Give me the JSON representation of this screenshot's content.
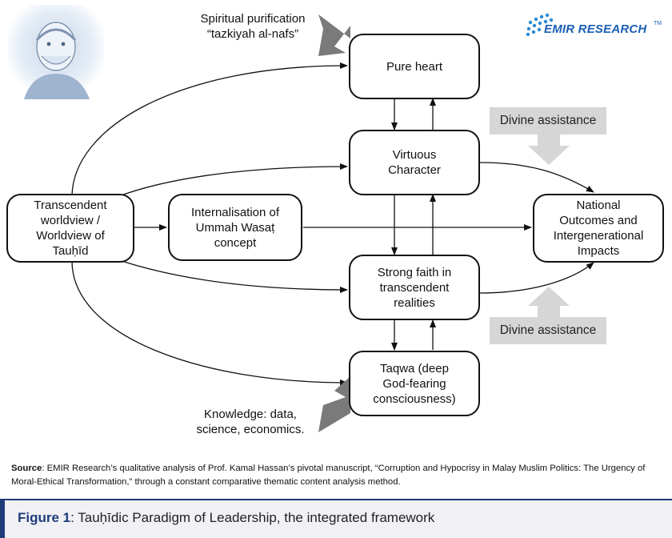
{
  "logo": {
    "text": "EMIR RESEARCH",
    "trademark": "TM"
  },
  "nodes": {
    "pure_heart": "Pure heart",
    "virtuous_character": "Virtuous\nCharacter",
    "transcendent_worldview": "Transcendent\nworldview /\nWorldview of\nTauḥīd",
    "internalisation": "Internalisation of\nUmmah Wasaṭ\nconcept",
    "national_outcomes": "National\nOutcomes and\nIntergenerational\nImpacts",
    "strong_faith": "Strong faith in\ntranscendent\nrealities",
    "taqwa": "Taqwa (deep\nGod-fearing\nconsciousness)"
  },
  "inputs": {
    "spiritual_purification": "Spiritual purification\n“tazkiyah al-nafs”",
    "knowledge": "Knowledge: data,\nscience, economics.",
    "divine_assistance_top": "Divine assistance",
    "divine_assistance_bottom": "Divine assistance"
  },
  "source": {
    "label": "Source",
    "text": ": EMIR Research’s qualitative analysis of Prof. Kamal Hassan’s pivotal manuscript, “Corruption and Hypocrisy in Malay Muslim Politics: The Urgency of Moral-Ethical Transformation,” through a constant comparative thematic content analysis method."
  },
  "caption": {
    "number": "Figure 1",
    "text": ": Tauḥīdic Paradigm of Leadership, the integrated framework"
  },
  "colors": {
    "brand_blue": "#1a5fb4",
    "caption_navy": "#1f3b79",
    "divine_grey": "#d6d6d6",
    "big_arrow_grey": "#777777"
  },
  "icons": {
    "logo": "dotted-globe-icon",
    "portrait": "person-portrait"
  }
}
